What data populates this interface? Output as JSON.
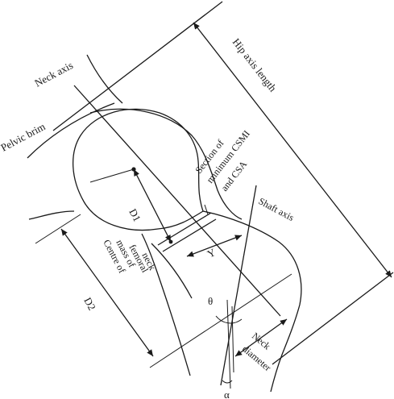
{
  "labels": {
    "neck_axis": "Neck axis",
    "pelvic_brim": "Pelvic brim",
    "hip_axis_length": "Hip axis length",
    "section_line1": "Section of",
    "section_line2": "minimum CSMI",
    "section_line3": "and CSA",
    "shaft_axis": "Shaft axis",
    "d1": "D1",
    "d2": "D2",
    "y": "Y",
    "theta": "θ",
    "alpha": "α",
    "centre_line1": "Centre of",
    "centre_line2": "mass of",
    "centre_line3": "femoral",
    "centre_line4": "neck",
    "neck_diameter_line1": "Neck",
    "neck_diameter_line2": "diameter"
  }
}
